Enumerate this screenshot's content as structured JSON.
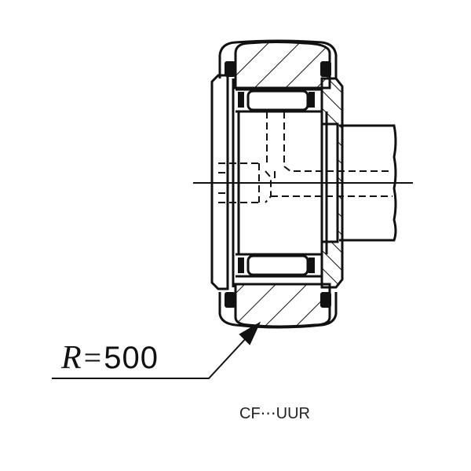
{
  "diagram": {
    "type": "bearing-cross-section",
    "colors": {
      "line": "#111111",
      "background": "#ffffff"
    },
    "radius_annotation": {
      "symbol": "R",
      "equals": "=",
      "value": "500"
    },
    "caption": "CF⋯UUR"
  }
}
